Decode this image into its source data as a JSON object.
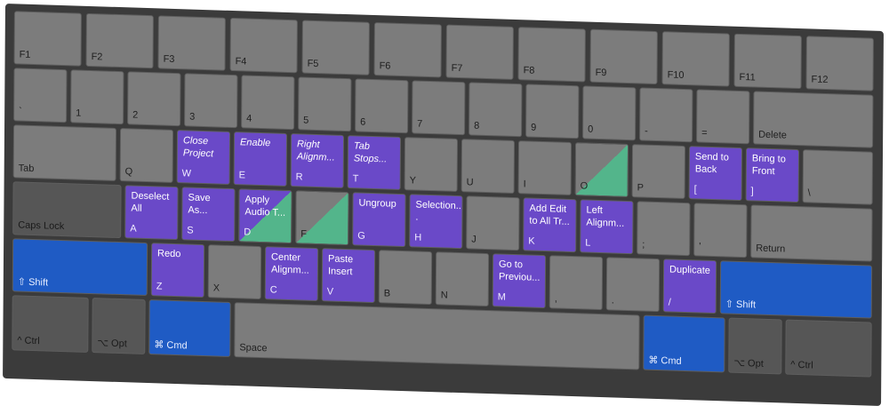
{
  "keys": {
    "f1": "F1",
    "f2": "F2",
    "f3": "F3",
    "f4": "F4",
    "f5": "F5",
    "f6": "F6",
    "f7": "F7",
    "f8": "F8",
    "f9": "F9",
    "f10": "F10",
    "f11": "F11",
    "f12": "F12",
    "backtick": "`",
    "n1": "1",
    "n2": "2",
    "n3": "3",
    "n4": "4",
    "n5": "5",
    "n6": "6",
    "n7": "7",
    "n8": "8",
    "n9": "9",
    "n0": "0",
    "minus": "-",
    "equals": "=",
    "delete": "Delete",
    "tab": "Tab",
    "q": "Q",
    "w": "W",
    "e": "E",
    "r": "R",
    "t": "T",
    "y": "Y",
    "u": "U",
    "i": "I",
    "o": "O",
    "p": "P",
    "lbracket": "[",
    "rbracket": "]",
    "backslash": "\\",
    "caps": "Caps Lock",
    "a": "A",
    "s": "S",
    "d": "D",
    "f": "F",
    "g": "G",
    "h": "H",
    "j": "J",
    "k": "K",
    "l": "L",
    "semicolon": ";",
    "quote": "'",
    "return": "Return",
    "lshift": "⇧ Shift",
    "z": "Z",
    "x": "X",
    "c": "C",
    "v": "V",
    "b": "B",
    "n": "N",
    "m": "M",
    "comma": ",",
    "period": ".",
    "slash": "/",
    "rshift": "⇧ Shift",
    "lctrl": "^ Ctrl",
    "lopt": "⌥ Opt",
    "lcmd": "⌘ Cmd",
    "space": "Space",
    "rcmd": "⌘ Cmd",
    "ropt": "⌥ Opt",
    "rctrl": "^ Ctrl"
  },
  "commands": {
    "w": "Close\nProject",
    "e": "Enable",
    "r": "Right\nAlignm...",
    "t": "Tab\nStops...",
    "lbracket": "Send to\nBack",
    "rbracket": "Bring to\nFront",
    "a": "Deselect\nAll",
    "s": "Save As...",
    "d": "Apply\nAudio T...",
    "g": "Ungroup",
    "h": "Selection...\n.",
    "k": "Add Edit\nto All Tr...",
    "l": "Left\nAlignm...",
    "z": "Redo",
    "c": "Center\nAlignm...",
    "v": "Paste\nInsert",
    "m": "Go to\nPreviou...",
    "slash": "Duplicate"
  },
  "colors": {
    "command_key": "#6a49c8",
    "modifier_key": "#1f5bc4",
    "partial_key": "#53b58b",
    "plain_key": "#7c7c7c"
  }
}
